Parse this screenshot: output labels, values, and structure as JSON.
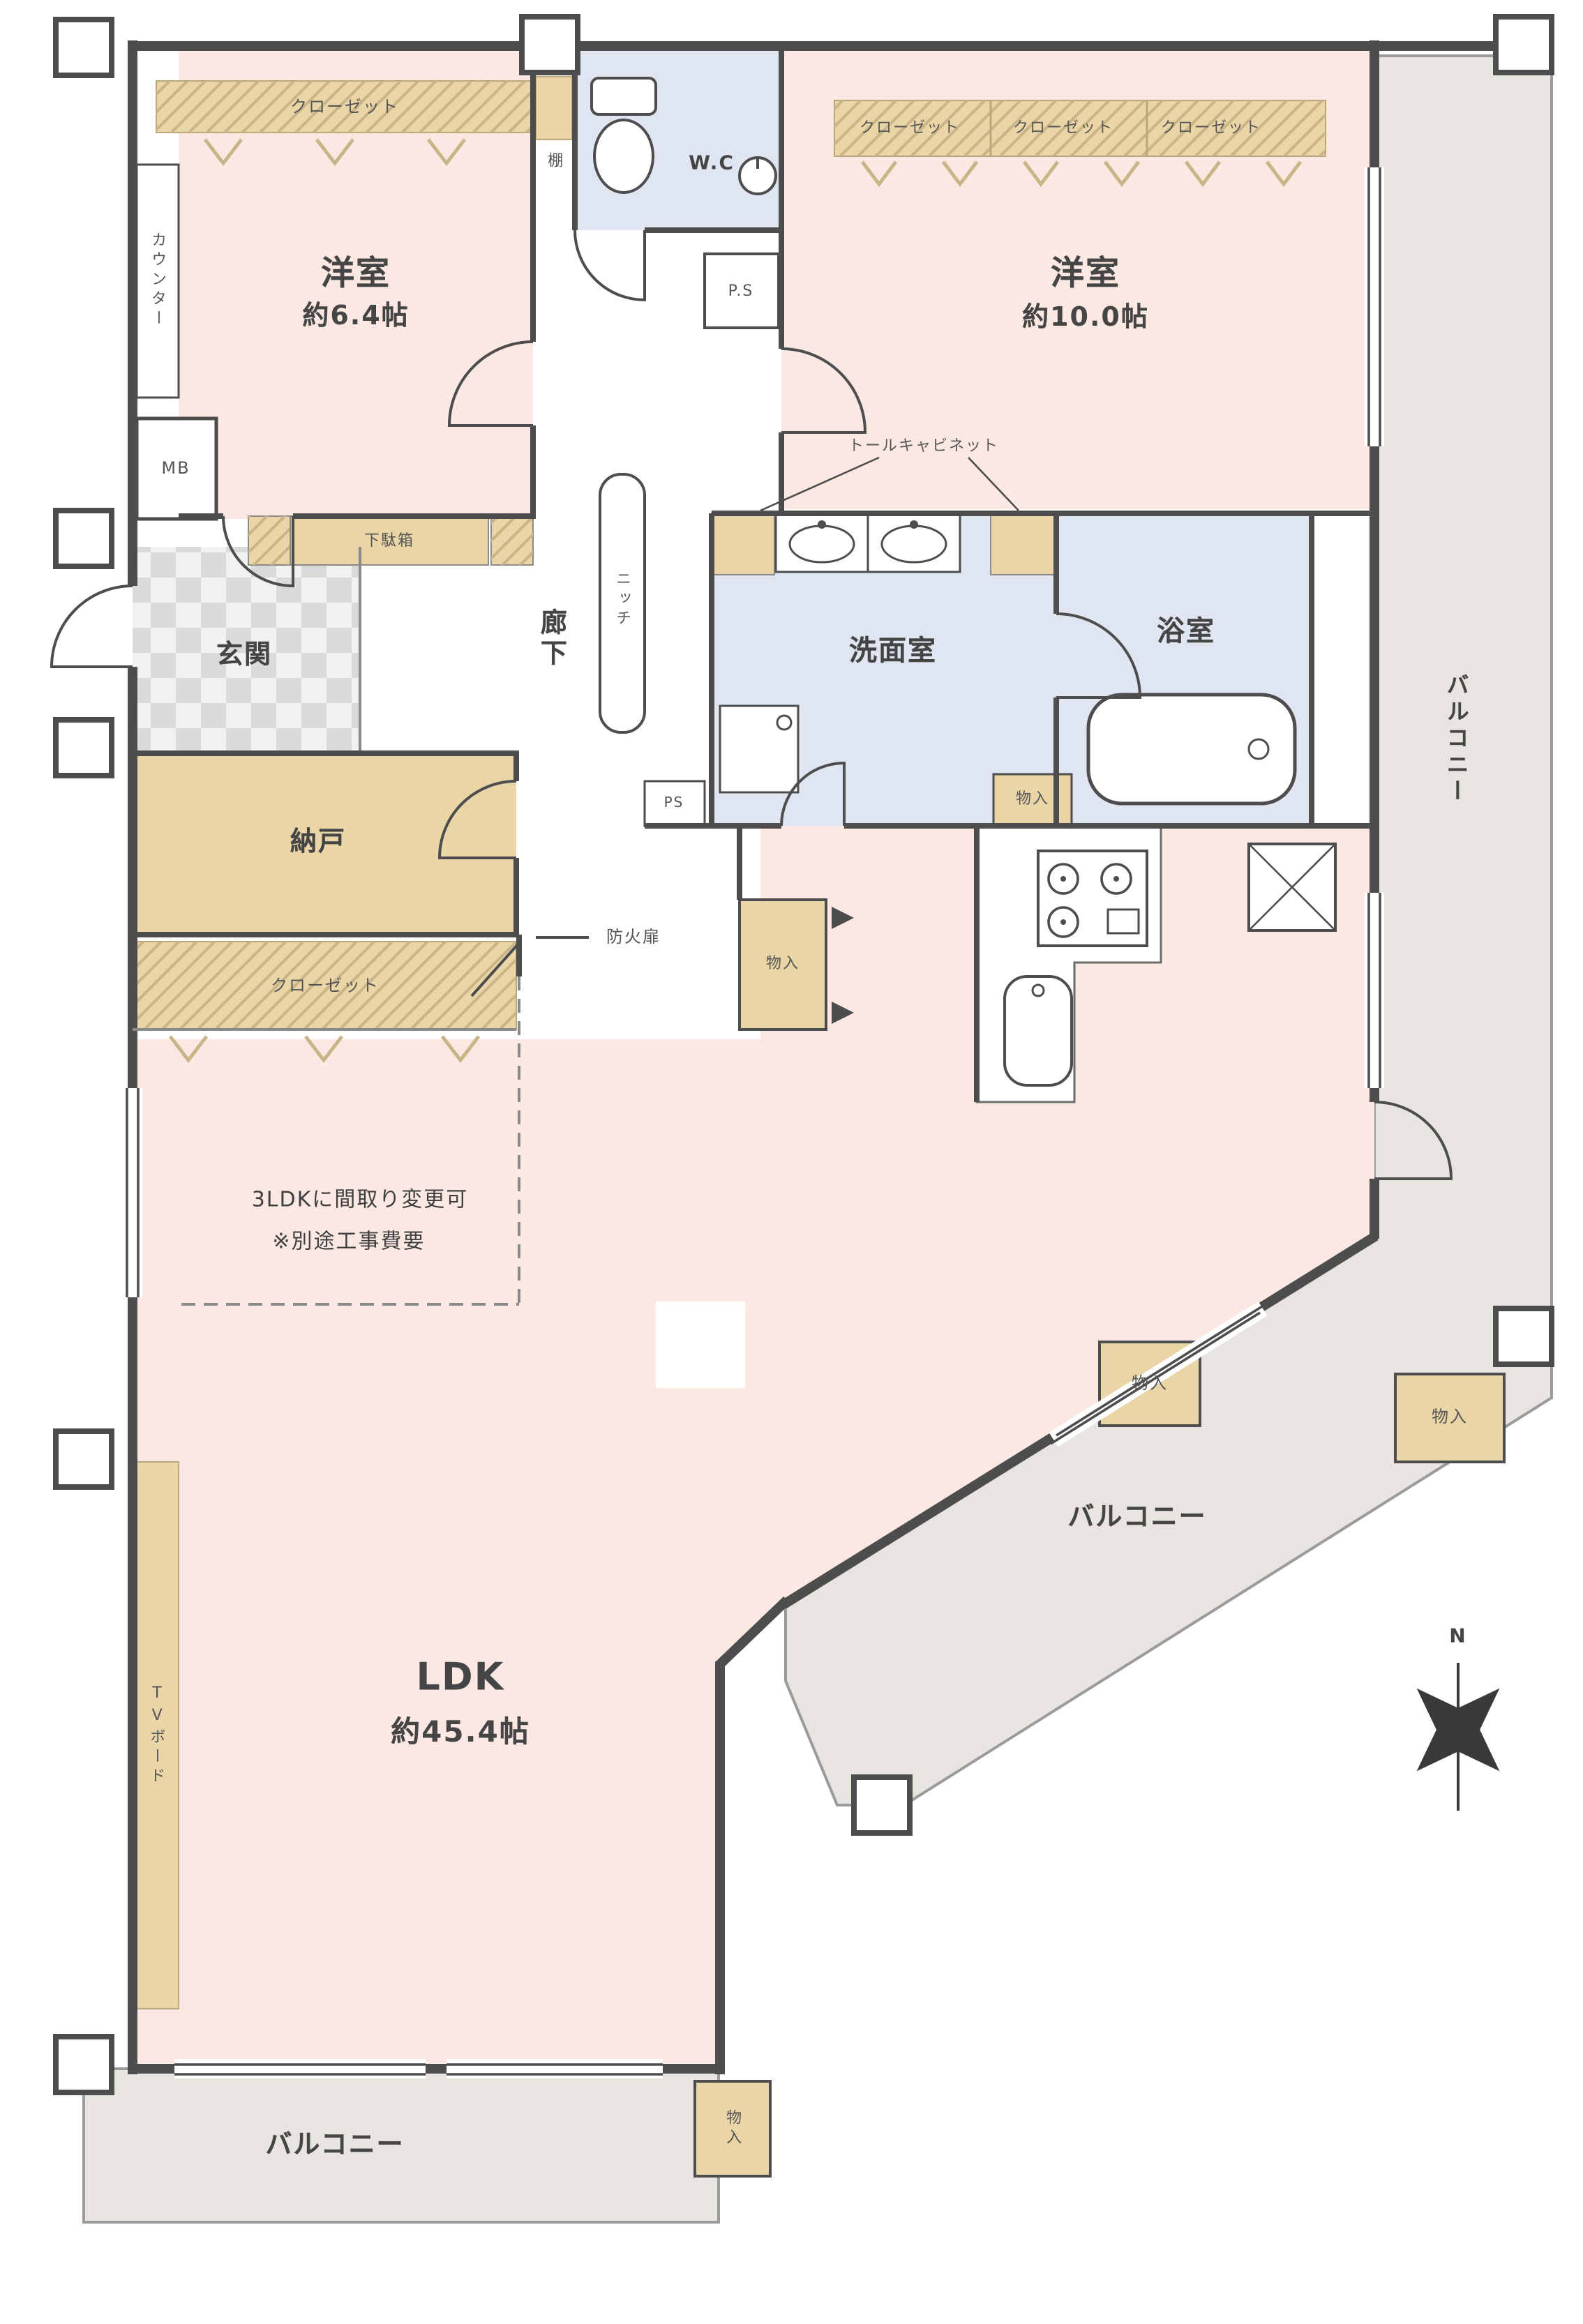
{
  "floorplan": {
    "rooms": {
      "western_small": {
        "name": "洋室",
        "size": "約6.4帖"
      },
      "western_large": {
        "name": "洋室",
        "size": "約10.0帖"
      },
      "ldk": {
        "name": "LDK",
        "size": "約45.4帖"
      },
      "entrance": "玄関",
      "hallway": "廊下",
      "storage_room": "納戸",
      "washroom": "洗面室",
      "bathroom": "浴室",
      "toilet": "W.C"
    },
    "features": {
      "closet": "クローゼット",
      "counter": "カウンター",
      "meter_box": "MB",
      "shoe_cabinet": "下駄箱",
      "shelf": "棚",
      "pipe_space": "P.S",
      "pipe_space_lower": "PS",
      "tall_cabinet": "トールキャビネット",
      "storage": "物入",
      "fire_door": "防火扉",
      "niche": "ニッチ",
      "tv_board": "TVボード",
      "balcony": "バルコニー"
    },
    "annotation": {
      "line1": "3LDKに間取り変更可",
      "line2": "※別途工事費要"
    },
    "compass": {
      "north": "N"
    },
    "colors": {
      "room_pink": "#fbe8e2",
      "closet_beige": "#e9d5a6",
      "wet_blue": "#dfe6f2",
      "balcony_gray": "#e8e5e1",
      "wall": "#4d4d4d"
    }
  }
}
